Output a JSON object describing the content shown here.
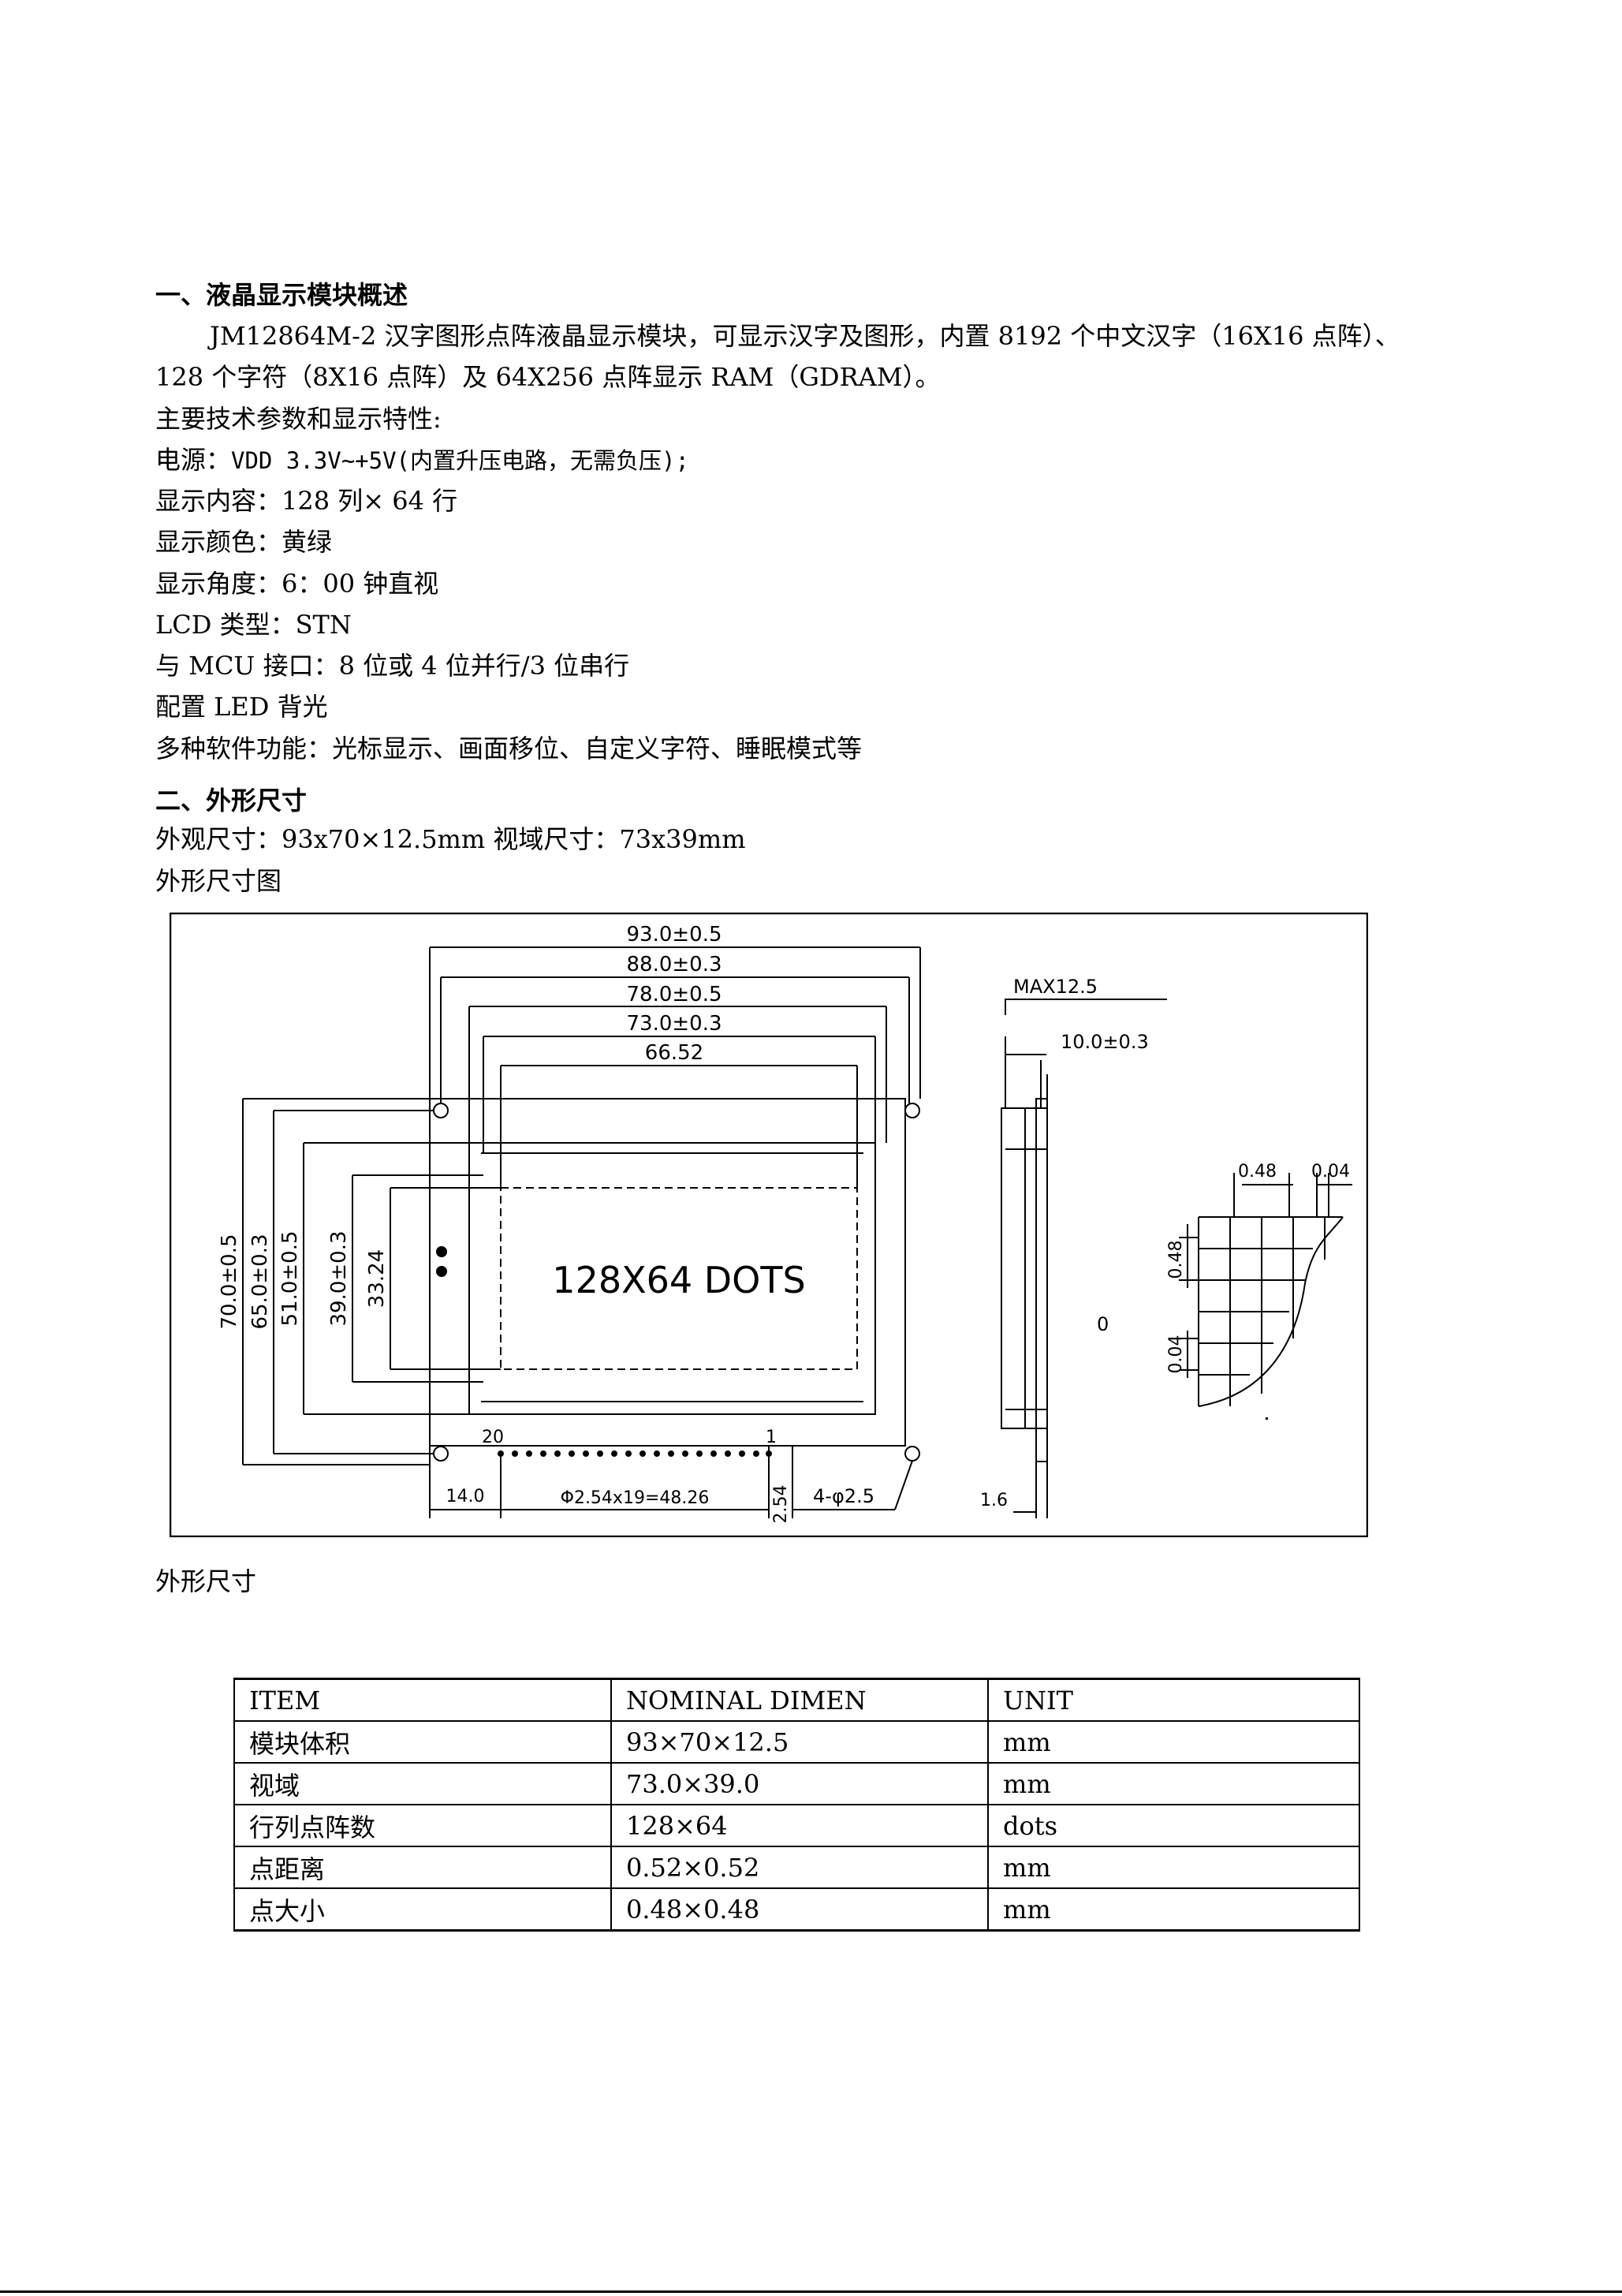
{
  "section1": {
    "heading": "一、液晶显示模块概述",
    "intro_line1": "JM12864M-2 汉字图形点阵液晶显示模块，可显示汉字及图形，内置 8192 个中文汉字（16X16 点阵）、",
    "intro_line2": "128 个字符（8X16 点阵）及 64X256 点阵显示 RAM（GDRAM）。",
    "params_title": "主要技术参数和显示特性:",
    "power_label": "电源：",
    "power_value": "VDD 3.3V~+5V(内置升压电路，无需负压);",
    "content": "显示内容：128 列× 64 行",
    "color": "显示颜色：黄绿",
    "angle": "显示角度：6：00 钟直视",
    "lcd_type": "LCD 类型：STN",
    "interface": "与 MCU 接口：8 位或 4 位并行/3 位串行",
    "backlight": "配置 LED 背光",
    "functions": "多种软件功能：光标显示、画面移位、自定义字符、睡眠模式等"
  },
  "section2": {
    "heading": "二、外形尺寸",
    "size_line": "外观尺寸：93x70×12.5mm  视域尺寸：73x39mm",
    "drawing_caption": "外形尺寸图",
    "table_caption": "外形尺寸"
  },
  "drawing": {
    "dim_93": "93.0±0.5",
    "dim_88": "88.0±0.3",
    "dim_78": "78.0±0.5",
    "dim_73": "73.0±0.3",
    "dim_6652": "66.52",
    "dim_70": "70.0±0.5",
    "dim_65": "65.0±0.3",
    "dim_51": "51.0±0.5",
    "dim_39": "39.0±0.3",
    "dim_3324": "33.24",
    "screen_text": "128X64  DOTS",
    "pin_20": "20",
    "pin_1": "1",
    "dim_14": "14.0",
    "dim_pitch": "Φ2.54x19=48.26",
    "dim_254": "2.54",
    "dim_hole": "4-φ2.5",
    "max_thick": "MAX12.5",
    "dim_10": "10.0±0.3",
    "dim_16": "1.6",
    "dot_048a": "0.48",
    "dot_004a": "0.04",
    "dot_048b": "0.48",
    "dot_004b": "0.04",
    "zero": "0"
  },
  "spec_table": {
    "header": [
      "ITEM",
      "NOMINAL DIMEN",
      "UNIT"
    ],
    "rows": [
      [
        "模块体积",
        "93×70×12.5",
        "mm"
      ],
      [
        "视域",
        "73.0×39.0",
        "mm"
      ],
      [
        "行列点阵数",
        "128×64",
        "dots"
      ],
      [
        "点距离",
        "0.52×0.52",
        "mm"
      ],
      [
        "点大小",
        "0.48×0.48",
        "mm"
      ]
    ]
  }
}
